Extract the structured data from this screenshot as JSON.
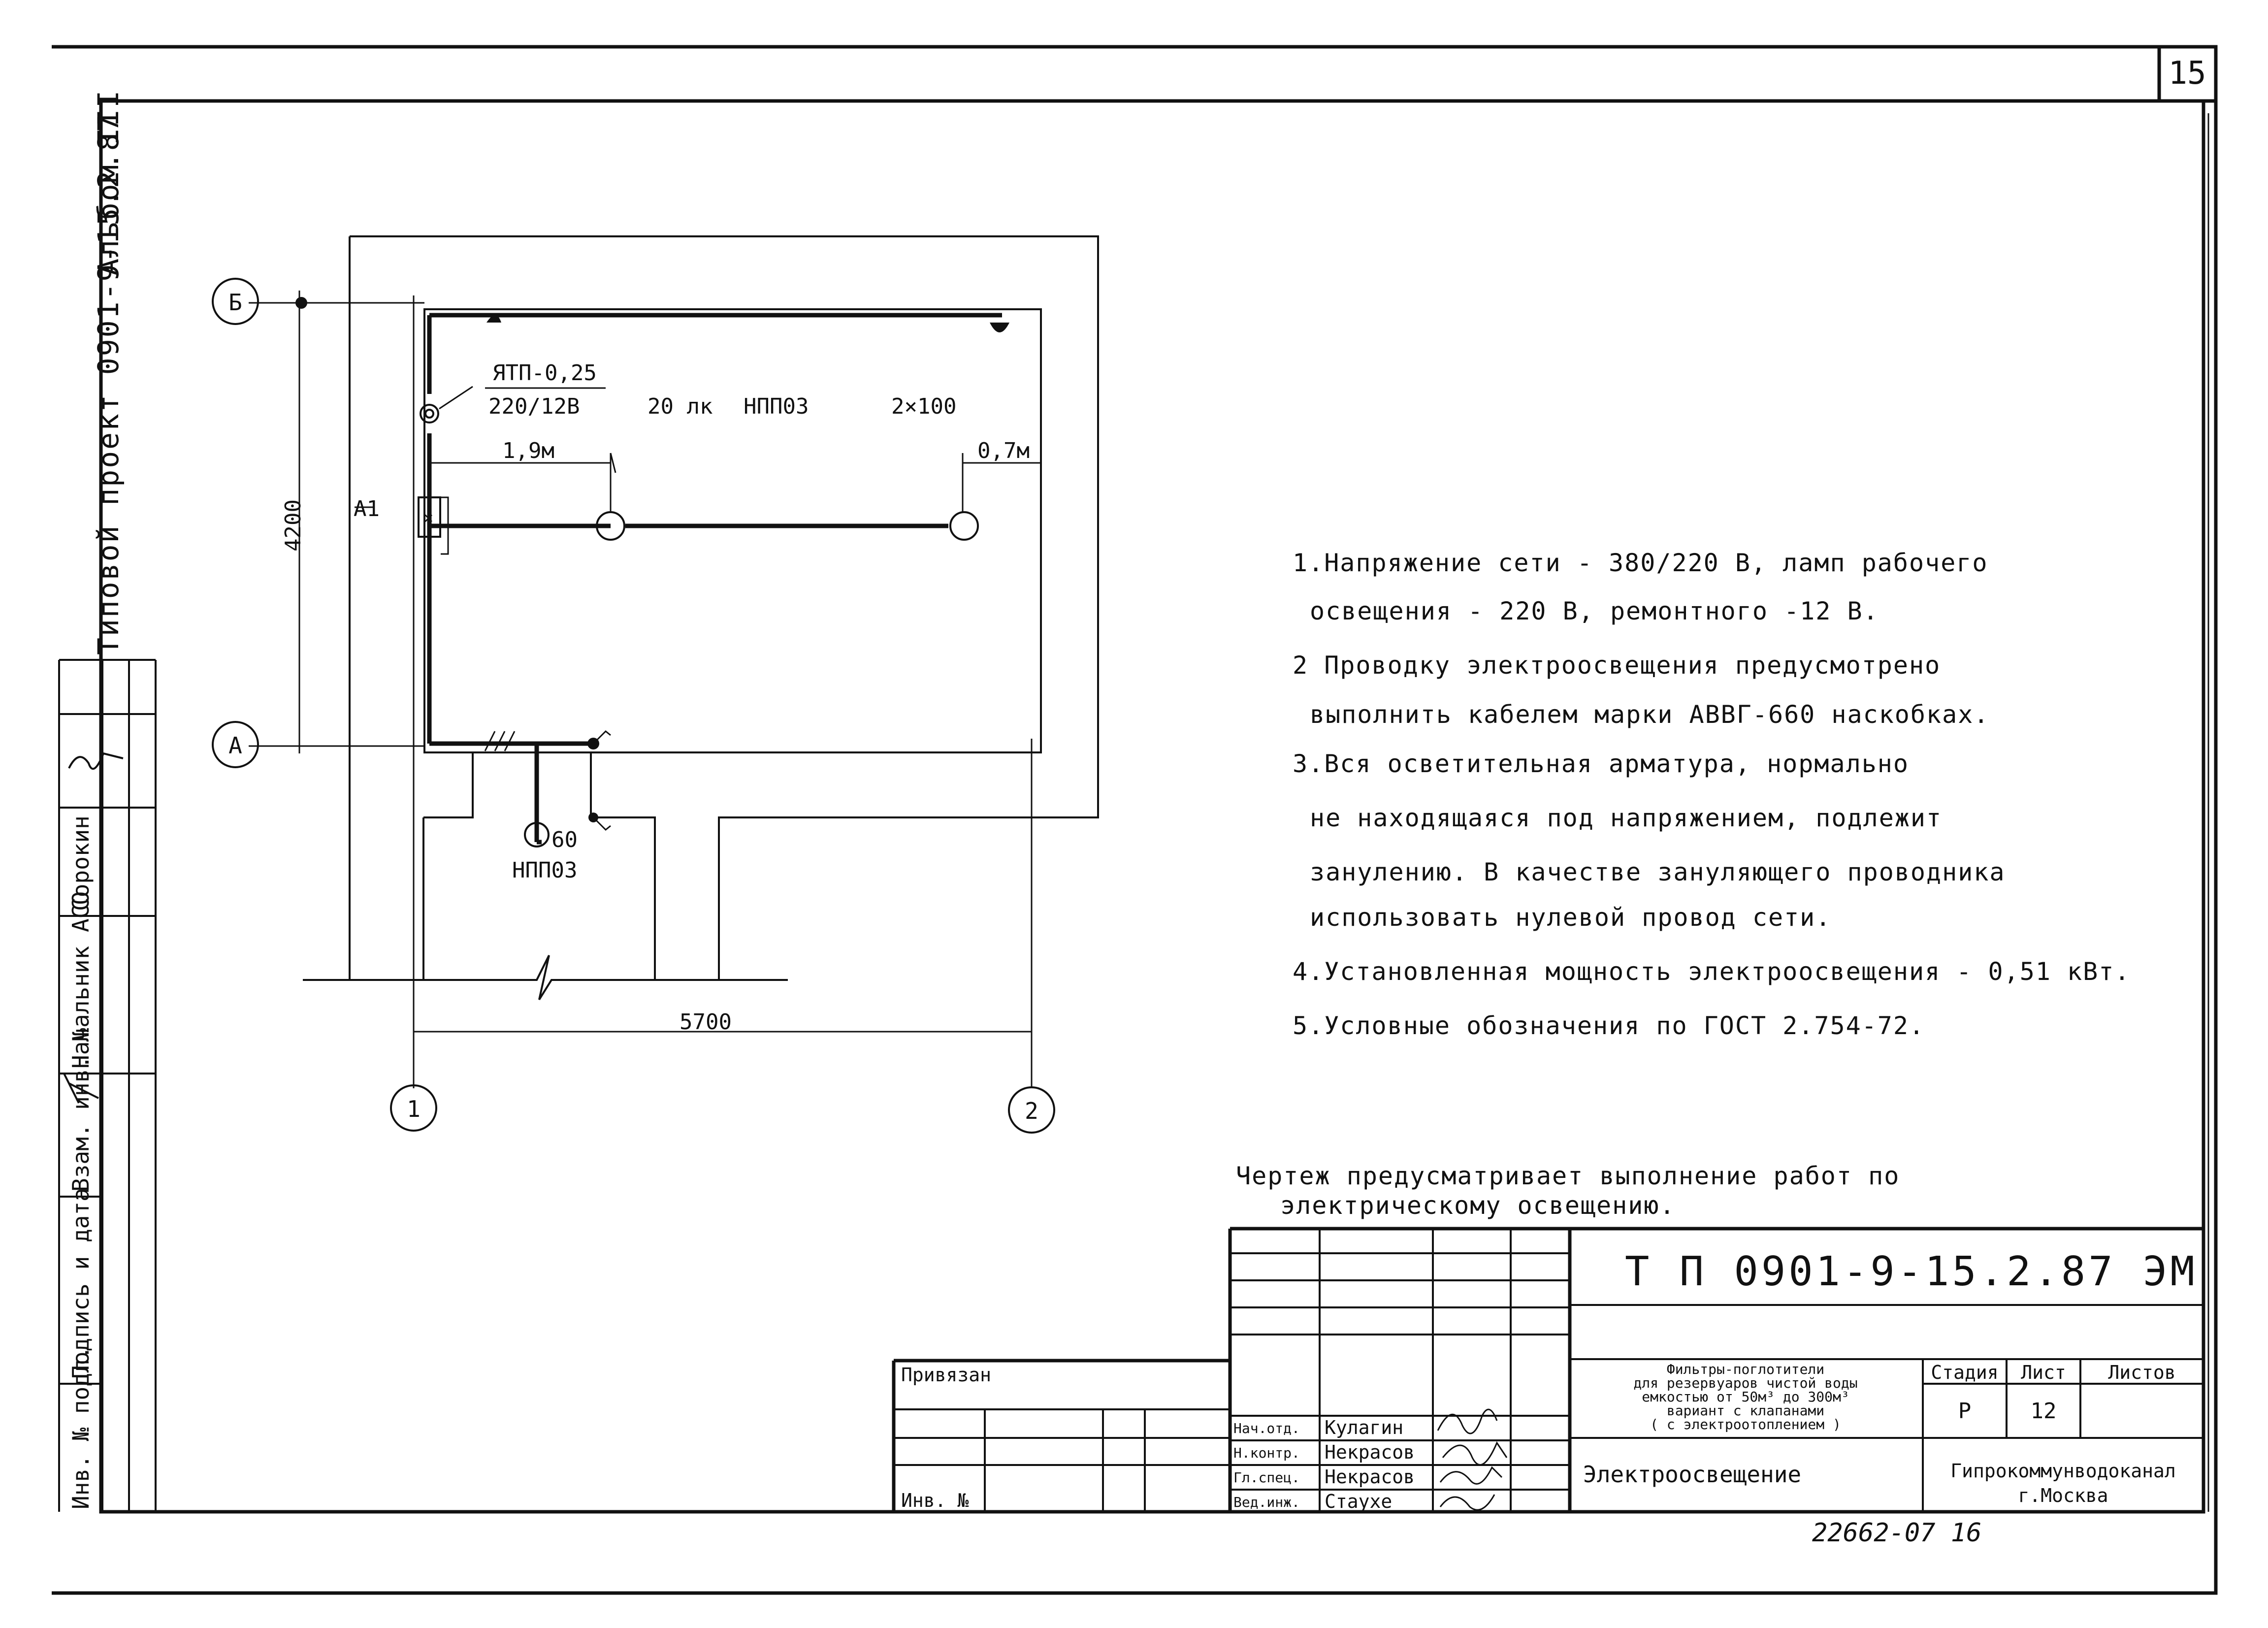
{
  "sheet": {
    "sheet_number": "15",
    "side_title": "Типовой проект 0901-9-15.2.87",
    "album": "Альбом III",
    "side_stamp": {
      "position": "Начальник АСО",
      "name": "Сорокин",
      "rows": [
        "Взам. инв. №",
        "Подпись и дата",
        "Инв. № подл."
      ]
    }
  },
  "plan": {
    "grid_axes": {
      "row_top": "Б",
      "row_bottom": "А",
      "col_left": "1",
      "col_right": "2"
    },
    "dim_height": "4200",
    "dim_width": "5700",
    "dim_lamp_left": "1,9м",
    "dim_lamp_right": "0,7м",
    "transformer_type": "ЯТП-0,25",
    "transformer_ratio": "220/12В",
    "lux": "20 лк",
    "fixture": "НПП03",
    "fixture_count": "2×100",
    "panel": "А1",
    "lamp_power": "60",
    "fixture_small": "НПП03"
  },
  "notes": [
    "1.Напряжение сети - 380/220 В, ламп рабочего",
    "освещения - 220 В, ремонтного -12 В.",
    "2 Проводку электроосвещения предусмотрено",
    "выполнить кабелем марки АВВГ-660 наскобках.",
    "3.Вся осветительная арматура, нормально",
    "не находящаяся под напряжением, подлежит",
    "занулению. В качестве зануляющего проводника",
    "использовать нулевой провод сети.",
    "4.Установленная мощность электроосвещения - 0,51 кВт.",
    "5.Условные обозначения по ГОСТ 2.754-72."
  ],
  "footer_note": [
    "Чертеж предусматривает выполнение работ по",
    "электрическому освещению."
  ],
  "title_block": {
    "code": "Т П 0901-9-15.2.87    ЭМ",
    "privyazan": "Привязан",
    "inv_no": "Инв. №",
    "description": [
      "Фильтры-поглотители",
      "для резервуаров чистой воды",
      "емкостью от 50м³ до 300м³",
      "вариант с клапанами",
      "( с электроотоплением )"
    ],
    "drawing_name": "Электроосвещение",
    "stage_header": "Стадия",
    "sheet_header": "Лист",
    "sheets_header": "Листов",
    "stage": "Р",
    "sheet": "12",
    "organization": [
      "Гипрокоммунводоканал",
      "г.Москва"
    ],
    "signatures": [
      {
        "role": "Нач.отд.",
        "name": "Кулагин"
      },
      {
        "role": "Н.контр.",
        "name": "Некрасов"
      },
      {
        "role": "Гл.спец.",
        "name": "Некрасов"
      },
      {
        "role": "Вед.инж.",
        "name": "Стаухе"
      }
    ]
  },
  "archive_number": "22662-07   16"
}
